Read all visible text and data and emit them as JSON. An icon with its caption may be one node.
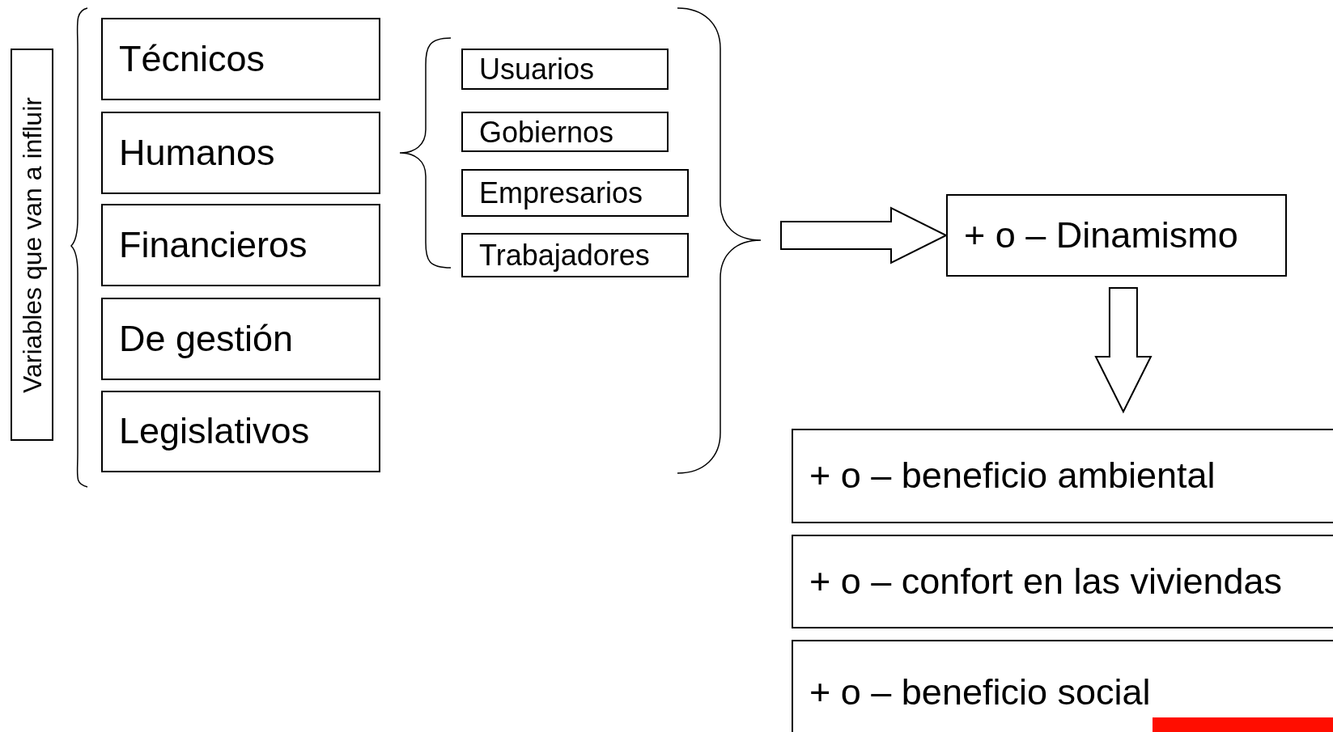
{
  "diagram": {
    "nodes": [
      {
        "text": [
          "Variables que van a influir"
        ]
      },
      {
        "text": [
          "Técnicos"
        ]
      },
      {
        "text": [
          "Humanos"
        ]
      },
      {
        "text": [
          "Financieros"
        ]
      },
      {
        "text": [
          "De gestión"
        ]
      },
      {
        "text": [
          "Legislativos"
        ]
      },
      {
        "text": [
          "Usuarios"
        ]
      },
      {
        "text": [
          "Gobiernos"
        ]
      },
      {
        "text": [
          "Empresarios"
        ]
      },
      {
        "text": [
          "Trabajadores"
        ]
      },
      {
        "text": [
          "+ o – Dinamismo"
        ]
      },
      {
        "text": [
          "+ o – beneficio ambiental"
        ]
      },
      {
        "text": [
          "+ o – confort en las viviendas"
        ]
      },
      {
        "text": [
          "+ o – beneficio social"
        ]
      }
    ],
    "edges": [
      {
        "from": null,
        "to": 10,
        "arrow": "to"
      },
      {
        "from": 10,
        "to": 11,
        "arrow": "to"
      }
    ]
  }
}
